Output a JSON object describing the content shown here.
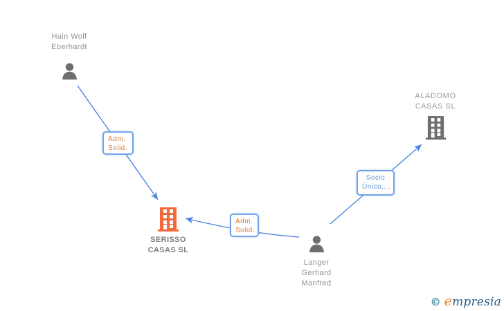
{
  "diagram": {
    "nodes": {
      "hain": {
        "type": "person",
        "lines": [
          "Hain Wolf",
          "Eberhardt"
        ]
      },
      "serisso": {
        "type": "company",
        "lines": [
          "SERISSO",
          "CASAS SL"
        ]
      },
      "langer": {
        "type": "person",
        "lines": [
          "Langer",
          "Gerhard",
          "Manfred"
        ]
      },
      "aladomo": {
        "type": "company",
        "lines": [
          "ALADOMO",
          "CASAS SL"
        ]
      }
    },
    "edges": [
      {
        "id": "hain-serisso",
        "from": "hain",
        "to": "serisso",
        "lines": [
          "Adm.",
          "Solid."
        ],
        "style": "orange"
      },
      {
        "id": "langer-serisso",
        "from": "langer",
        "to": "serisso",
        "lines": [
          "Adm.",
          "Solid."
        ],
        "style": "orange"
      },
      {
        "id": "langer-aladomo",
        "from": "langer",
        "to": "aladomo",
        "lines": [
          "Socio",
          "Único,..."
        ],
        "style": "blue"
      }
    ],
    "colors": {
      "line_blue": "#4a85e0",
      "box_border_blue": "#74a3ea",
      "label_orange": "#dd7a2e",
      "label_blue": "#5f95d8",
      "company_highlight_orange": "#f4683c",
      "icon_gray": "#6e6e6e",
      "text_gray": "#919191"
    }
  },
  "watermark": {
    "copyright": "©",
    "brand_initial": "e",
    "brand_rest": "mpresia"
  }
}
